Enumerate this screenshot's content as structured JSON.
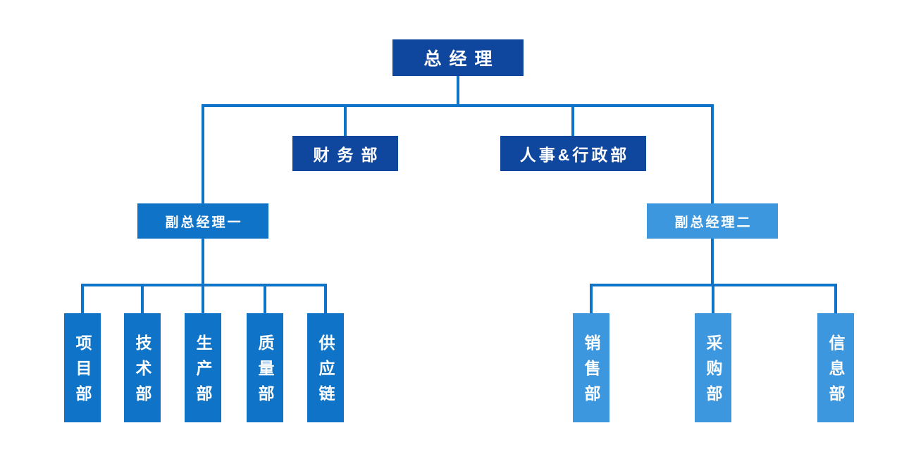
{
  "diagram": {
    "type": "org-chart",
    "colors": {
      "level1_dark_blue": "#10479E",
      "left_branch_medium_blue": "#0F74C8",
      "right_branch_light_blue": "#3C97DE",
      "connector_blue": "#0F74C8",
      "text_white": "#FFFFFF",
      "background_white": "#FFFFFF"
    },
    "nodes": {
      "gm": {
        "label": "总经理"
      },
      "finance": {
        "label": "财务部"
      },
      "hr_admin": {
        "label": "人事&行政部"
      },
      "deputy1": {
        "label": "副总经理一"
      },
      "deputy2": {
        "label": "副总经理二"
      },
      "dept_project": {
        "label": "项目部"
      },
      "dept_tech": {
        "label": "技术部"
      },
      "dept_production": {
        "label": "生产部"
      },
      "dept_quality": {
        "label": "质量部"
      },
      "dept_supply_chain": {
        "label": "供应链"
      },
      "dept_sales": {
        "label": "销售部"
      },
      "dept_purchasing": {
        "label": "采购部"
      },
      "dept_information": {
        "label": "信息部"
      }
    },
    "edges": [
      {
        "from": "gm",
        "to": "finance"
      },
      {
        "from": "gm",
        "to": "hr_admin"
      },
      {
        "from": "gm",
        "to": "deputy1"
      },
      {
        "from": "gm",
        "to": "deputy2"
      },
      {
        "from": "deputy1",
        "to": "dept_project"
      },
      {
        "from": "deputy1",
        "to": "dept_tech"
      },
      {
        "from": "deputy1",
        "to": "dept_production"
      },
      {
        "from": "deputy1",
        "to": "dept_quality"
      },
      {
        "from": "deputy1",
        "to": "dept_supply_chain"
      },
      {
        "from": "deputy2",
        "to": "dept_sales"
      },
      {
        "from": "deputy2",
        "to": "dept_purchasing"
      },
      {
        "from": "deputy2",
        "to": "dept_information"
      }
    ]
  }
}
